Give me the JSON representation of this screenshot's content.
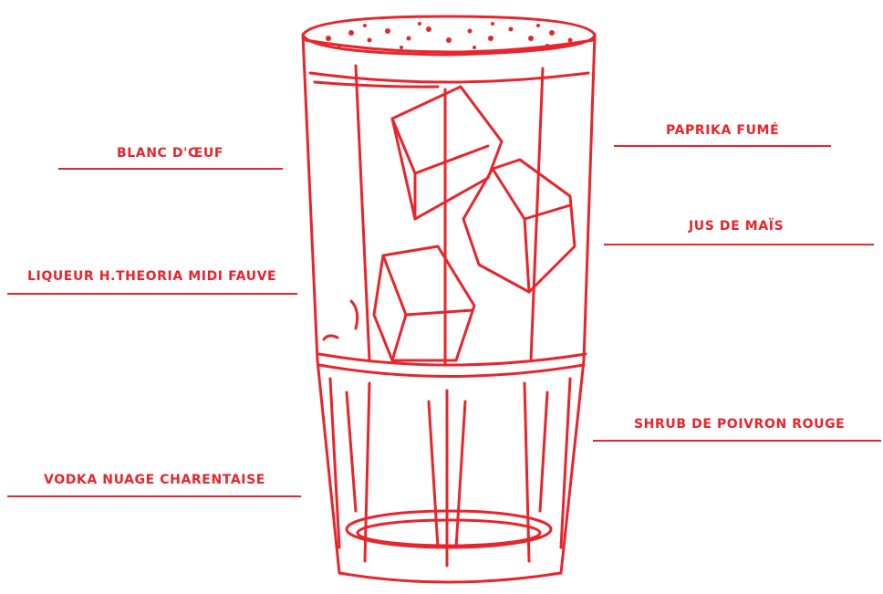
{
  "colors": {
    "line": "#e8242c"
  },
  "illustration": {
    "subject": "highball-glass-with-ice",
    "icon": "cocktail-glass-icon"
  },
  "ingredients": {
    "left": [
      {
        "label": "BLANC D'ŒUF"
      },
      {
        "label": "LIQUEUR H.THEORIA MIDI FAUVE"
      },
      {
        "label": "VODKA NUAGE CHARENTAISE"
      }
    ],
    "right": [
      {
        "label": "PAPRIKA FUMÉ"
      },
      {
        "label": "JUS DE MAÏS"
      },
      {
        "label": "SHRUB DE POIVRON ROUGE"
      }
    ]
  }
}
